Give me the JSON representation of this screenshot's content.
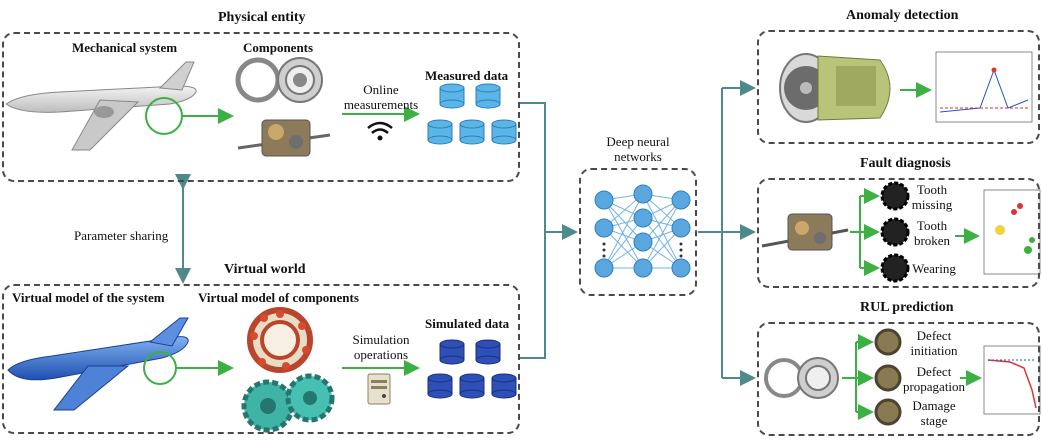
{
  "physical": {
    "title": "Physical entity",
    "mechanical_system": "Mechanical system",
    "components": "Components",
    "online": [
      "Online",
      "measurements"
    ],
    "measured_data": "Measured data"
  },
  "parameter_sharing": "Parameter sharing",
  "virtual": {
    "title": "Virtual world",
    "virtual_model_system": "Virtual model of the system",
    "virtual_model_components": "Virtual model of components",
    "simulation": [
      "Simulation",
      "operations"
    ],
    "simulated_data": "Simulated data"
  },
  "dnn": {
    "label": [
      "Deep neural",
      "networks"
    ]
  },
  "anomaly": {
    "title": "Anomaly detection"
  },
  "fault": {
    "title": "Fault diagnosis",
    "items": [
      [
        "Tooth",
        "missing"
      ],
      [
        "Tooth",
        "broken"
      ],
      [
        "Wearing"
      ]
    ]
  },
  "rul": {
    "title": "RUL prediction",
    "items": [
      [
        "Defect",
        "initiation"
      ],
      [
        "Defect",
        "propagation"
      ],
      [
        "Damage",
        "stage"
      ]
    ]
  },
  "colors": {
    "arrow": "#4f8a8b",
    "green": "#3cb043",
    "db_light": "#5bb5e6",
    "db_dark": "#2e4fb8",
    "node": "#5aa7e0"
  }
}
